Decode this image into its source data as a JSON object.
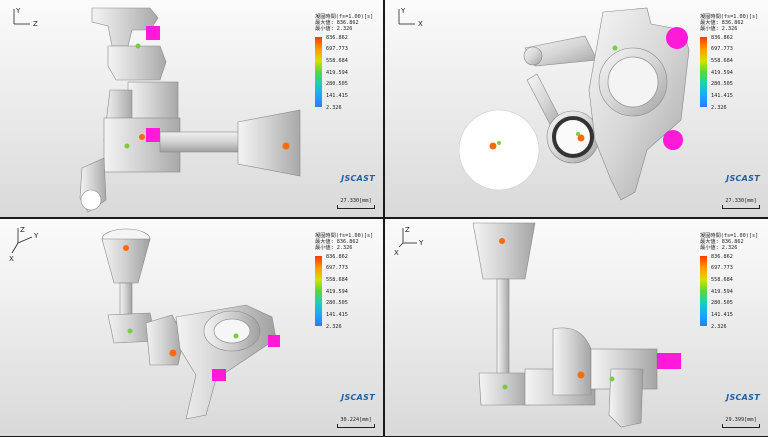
{
  "legend": {
    "title": "凝固時間(fs=1.00)[s]",
    "max_line": "最大値: 836.862",
    "min_line": "最小値: 2.326",
    "ticks": [
      "836.862",
      "697.773",
      "558.684",
      "419.594",
      "280.505",
      "141.415",
      "2.326"
    ]
  },
  "brand": "JSCAST",
  "views": [
    {
      "axes": [
        "Y",
        "Z"
      ],
      "scale": "27.330[mm]"
    },
    {
      "axes": [
        "Y",
        "X"
      ],
      "scale": "27.330[mm]"
    },
    {
      "axes": [
        "Z",
        "Y",
        "X"
      ],
      "scale": "30.224[mm]"
    },
    {
      "axes": [
        "Z",
        "Y",
        "X"
      ],
      "scale": "29.399[mm]"
    }
  ],
  "colors": {
    "magenta": "#ff19d9",
    "orange": "#ff6a00",
    "green": "#7ccc3a",
    "brand": "#1d5fa0"
  }
}
